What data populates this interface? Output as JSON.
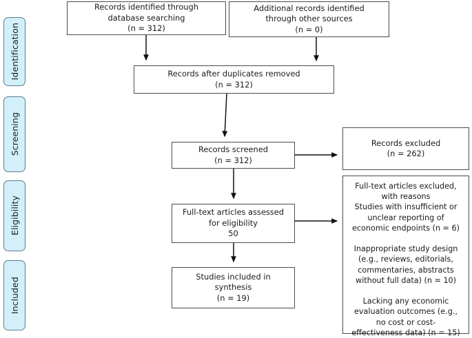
{
  "diagram": {
    "type": "prisma-flow-diagram",
    "title": "PRISMA flow diagram",
    "background_color": "#ffffff",
    "box_border_color": "#4a4a4a",
    "pill_fill_color": "#d3f0fa",
    "pill_border_color": "#5a7d8c",
    "text_color": "#1a1a1a"
  },
  "stages": [
    {
      "id": "identification",
      "label": "Identification"
    },
    {
      "id": "screening",
      "label": "Screening"
    },
    {
      "id": "eligibility",
      "label": "Eligibility"
    },
    {
      "id": "included",
      "label": "Included"
    }
  ],
  "boxes": {
    "database_searching": {
      "label": "Records identified through\ndatabase searching\n(n = 312)",
      "count": 312
    },
    "other_sources": {
      "label": "Additional records identified\nthrough other sources\n(n = 0)",
      "count": 0
    },
    "duplicates_removed": {
      "label": "Records after duplicates removed\n(n = 312)",
      "count": 312
    },
    "records_screened": {
      "label": "Records screened\n(n = 312)",
      "count": 312
    },
    "records_excluded": {
      "label": "Records excluded\n(n = 262)",
      "count": 262
    },
    "fulltext_assessed": {
      "label": "Full-text articles assessed\nfor eligibility\n50",
      "count": 50
    },
    "fulltext_excluded": {
      "label": "Full-text articles excluded,\nwith reasons\nStudies with insufficient or\nunclear reporting of\neconomic endpoints (n = 6)\n\nInappropriate study design\n(e.g., reviews, editorials,\ncommentaries, abstracts\nwithout full data) (n = 10)\n\nLacking any economic\nevaluation outcomes (e.g.,\nno cost or cost-\neffectiveness data) (n = 15)",
      "reasons": [
        {
          "text": "Studies with insufficient or unclear reporting of economic endpoints",
          "count": 6
        },
        {
          "text": "Inappropriate study design (e.g., reviews, editorials, commentaries, abstracts without full data)",
          "count": 10
        },
        {
          "text": "Lacking any economic evaluation outcomes (e.g., no cost or cost-effectiveness data)",
          "count": 15
        }
      ]
    },
    "studies_included": {
      "label": "Studies included in\nsynthesis\n(n = 19)",
      "count": 19
    }
  },
  "connectors": [
    {
      "from": "database_searching",
      "to": "duplicates_removed",
      "direction": "down"
    },
    {
      "from": "other_sources",
      "to": "duplicates_removed",
      "direction": "down"
    },
    {
      "from": "duplicates_removed",
      "to": "records_screened",
      "direction": "down"
    },
    {
      "from": "records_screened",
      "to": "records_excluded",
      "direction": "right"
    },
    {
      "from": "records_screened",
      "to": "fulltext_assessed",
      "direction": "down"
    },
    {
      "from": "fulltext_assessed",
      "to": "fulltext_excluded",
      "direction": "right"
    },
    {
      "from": "fulltext_assessed",
      "to": "studies_included",
      "direction": "down"
    }
  ]
}
